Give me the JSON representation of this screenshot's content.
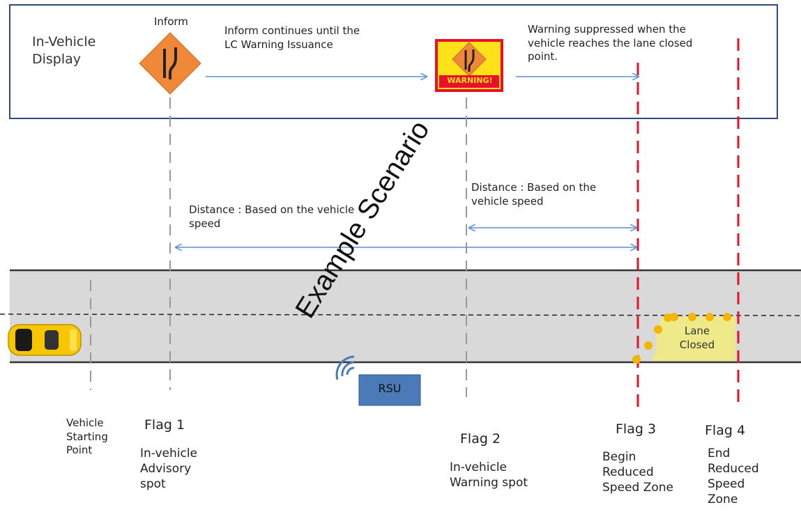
{
  "display": {
    "title": "In-Vehicle\nDisplay",
    "inform_label": "Inform",
    "inform_note": "Inform continues until the\nLC Warning Issuance",
    "warning_sign_text": "WARNING!",
    "warning_note": "Warning suppressed when the\nvehicle reaches the lane closed\npoint."
  },
  "distances": {
    "long": "Distance : Based on the vehicle\nspeed",
    "short": "Distance : Based on the\nvehicle speed"
  },
  "watermark": "Example Scenario",
  "road": {
    "rsu_label": "RSU",
    "lane_closed": "Lane\nClosed"
  },
  "flags": {
    "start": "Vehicle\nStarting\nPoint",
    "flag1_title": "Flag 1",
    "flag1_desc": "In-vehicle\nAdvisory\nspot",
    "flag2_title": "Flag 2",
    "flag2_desc": "In-vehicle\nWarning spot",
    "flag3_title": "Flag 3",
    "flag3_desc": "Begin\nReduced\nSpeed Zone",
    "flag4_title": "Flag 4",
    "flag4_desc": "End\nReduced\nSpeed\nZone"
  },
  "colors": {
    "box_border": "#2e4a7a",
    "arrow": "#5b8fd6",
    "road": "#d9d9d9",
    "red_flag": "#e8102a",
    "sign_orange": "#f0883a",
    "warning_red": "#e8102a",
    "warning_yellow": "#ffe11a",
    "rsu": "#4a7ab8",
    "cone": "#f5b400",
    "car": "#f7c600"
  }
}
